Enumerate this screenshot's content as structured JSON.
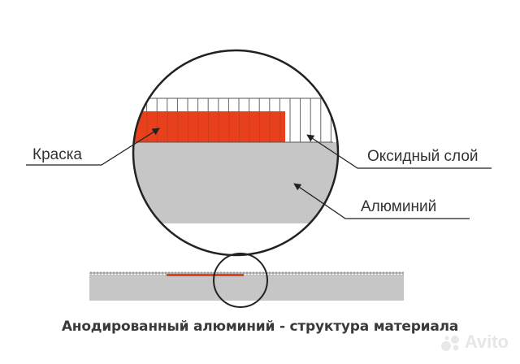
{
  "labels": {
    "paint": "Краска",
    "oxide": "Оксидный слой",
    "aluminum": "Алюминий"
  },
  "caption": "Анодированный алюминий - структура материала",
  "watermark": "Avito",
  "colors": {
    "paint": "#e8401c",
    "aluminum": "#c6c6c6",
    "outline": "#222222",
    "label": "#333333"
  }
}
